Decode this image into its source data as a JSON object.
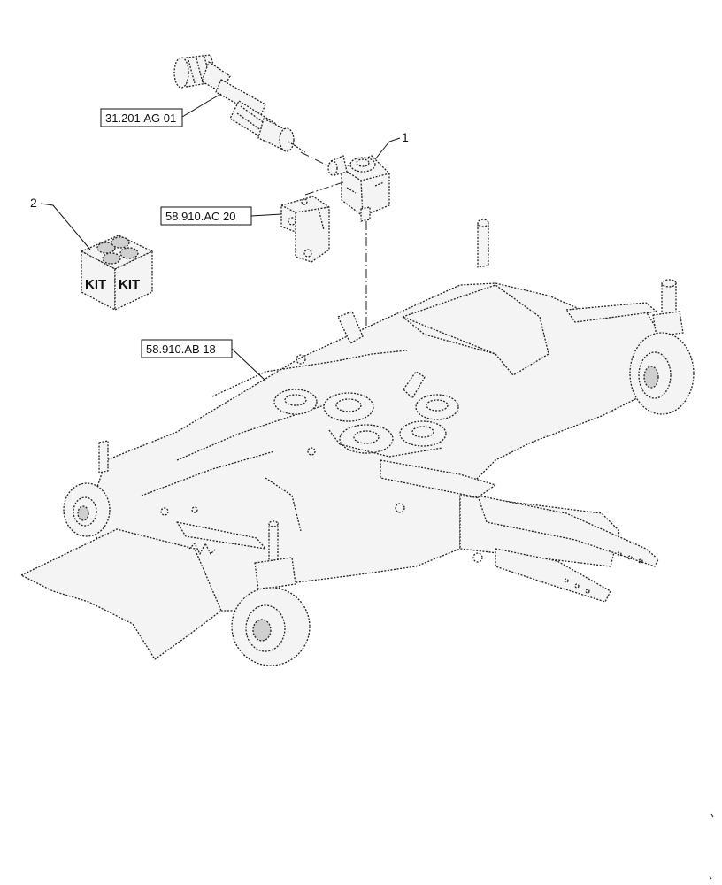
{
  "callouts": [
    {
      "id": "1",
      "label": "1"
    },
    {
      "id": "2",
      "label": "2"
    }
  ],
  "references": [
    {
      "id": "ref-31201",
      "label": "31.201.AG 01"
    },
    {
      "id": "ref-58910ac",
      "label": "58.910.AC 20"
    },
    {
      "id": "ref-58910ab",
      "label": "58.910.AB 18"
    }
  ],
  "kit": {
    "face_left": "KIT",
    "face_right": "KIT"
  }
}
